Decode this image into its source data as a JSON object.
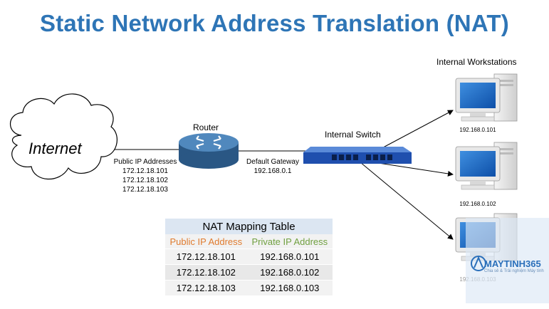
{
  "title": "Static Network Address Translation (NAT)",
  "internet": {
    "label": "Internet"
  },
  "router": {
    "label": "Router"
  },
  "public_ips": {
    "heading": "Public IP Addresses",
    "addresses": [
      "172.12.18.101",
      "172.12.18.102",
      "172.12.18.103"
    ]
  },
  "gateway": {
    "label": "Default Gateway",
    "address": "192.168.0.1"
  },
  "switch": {
    "label": "Internal Switch"
  },
  "workstations": {
    "heading": "Internal Workstations",
    "items": [
      {
        "ip": "192.168.0.101"
      },
      {
        "ip": "192.168.0.102"
      },
      {
        "ip": "192.168.0.103"
      }
    ]
  },
  "nat_table": {
    "caption": "NAT Mapping Table",
    "headers": [
      "Public IP Address",
      "Private IP Address"
    ],
    "rows": [
      [
        "172.12.18.101",
        "192.168.0.101"
      ],
      [
        "172.12.18.102",
        "192.168.0.102"
      ],
      [
        "172.12.18.103",
        "192.168.0.103"
      ]
    ]
  },
  "watermark": {
    "brand": "MAYTINH365",
    "tagline": "Chia sẻ & Trải nghiệm Máy tính"
  },
  "colors": {
    "title": "#2e75b6",
    "router": "#2f5f8a",
    "switch": "#1f4fae",
    "public_header": "#e07b2e",
    "private_header": "#70a040"
  }
}
